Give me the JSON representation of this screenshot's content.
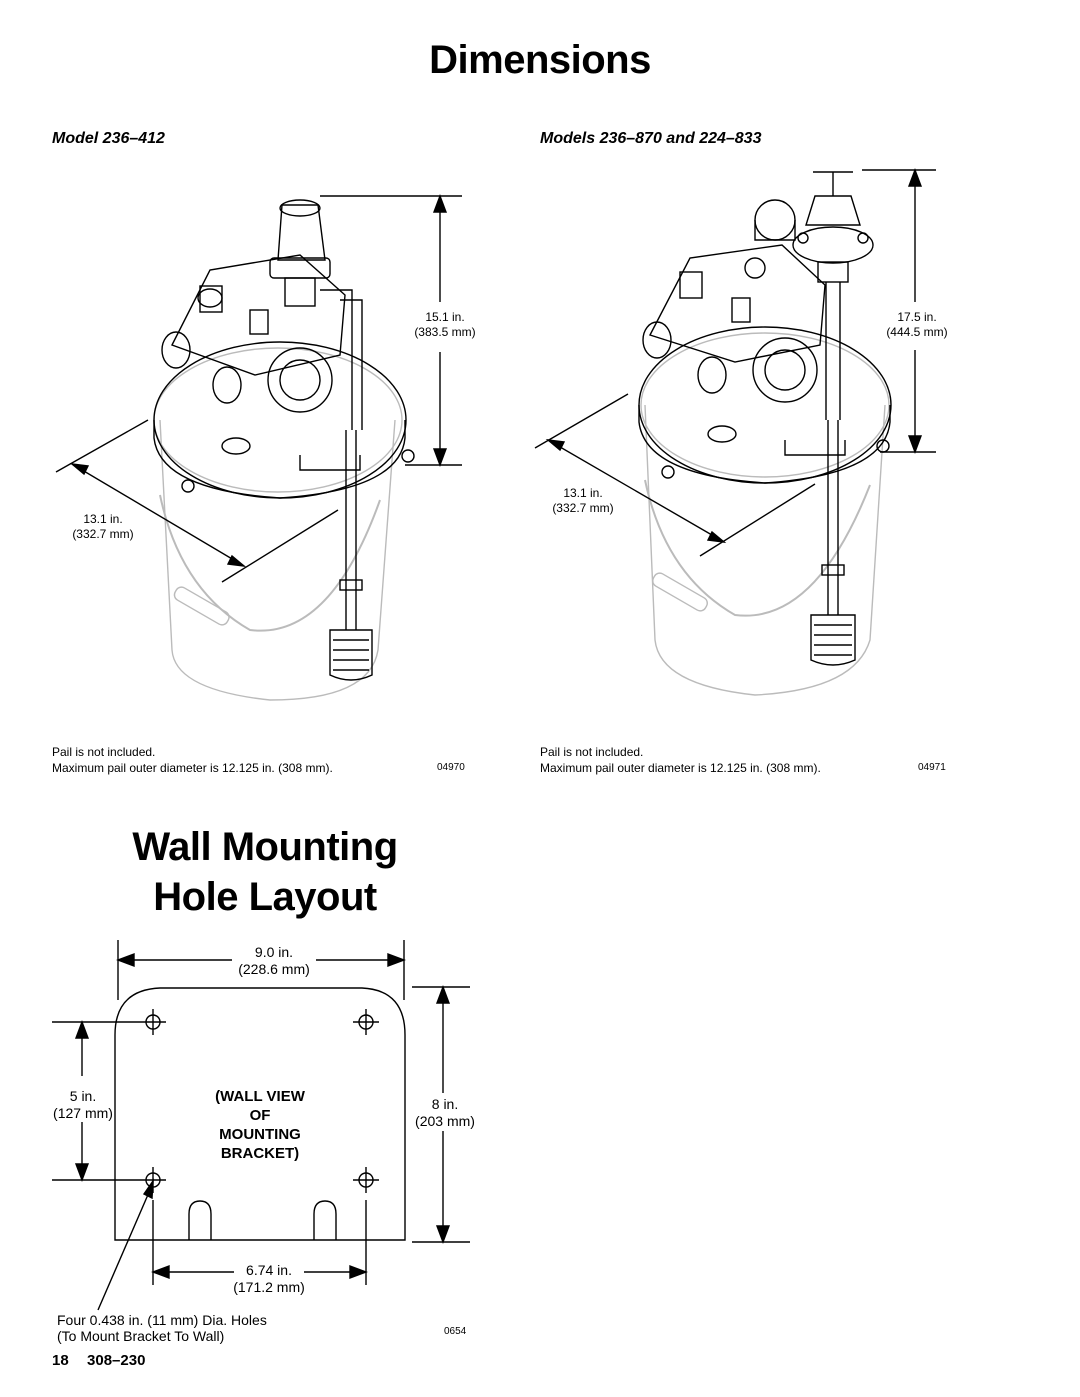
{
  "page_title": "Dimensions",
  "left_figure": {
    "heading": "Model 236–412",
    "height_dim": [
      "15.1 in.",
      "(383.5 mm)"
    ],
    "width_dim": [
      "13.1 in.",
      "(332.7 mm)"
    ],
    "note_line1": "Pail is not included.",
    "note_line2": "Maximum pail outer diameter is 12.125 in. (308 mm).",
    "fig_number": "04970"
  },
  "right_figure": {
    "heading": "Models 236–870 and 224–833",
    "height_dim": [
      "17.5 in.",
      "(444.5 mm)"
    ],
    "width_dim": [
      "13.1 in.",
      "(332.7 mm)"
    ],
    "note_line1": "Pail is not included.",
    "note_line2": "Maximum pail outer diameter is 12.125 in. (308 mm).",
    "fig_number": "04971"
  },
  "section_title": [
    "Wall Mounting",
    "Hole Layout"
  ],
  "bracket": {
    "top_dim": [
      "9.0 in.",
      "(228.6 mm)"
    ],
    "left_dim": [
      "5 in.",
      "(127 mm)"
    ],
    "right_dim": [
      "8 in.",
      "(203 mm)"
    ],
    "bottom_dim": [
      "6.74 in.",
      "(171.2 mm)"
    ],
    "center_label": [
      "(WALL VIEW",
      "OF",
      "MOUNTING",
      "BRACKET)"
    ],
    "hole_note": [
      "Four 0.438 in. (11 mm) Dia. Holes",
      "(To Mount Bracket To Wall)"
    ],
    "fig_number": "0654"
  },
  "footer": {
    "page_number": "18",
    "doc_number": "308–230"
  }
}
